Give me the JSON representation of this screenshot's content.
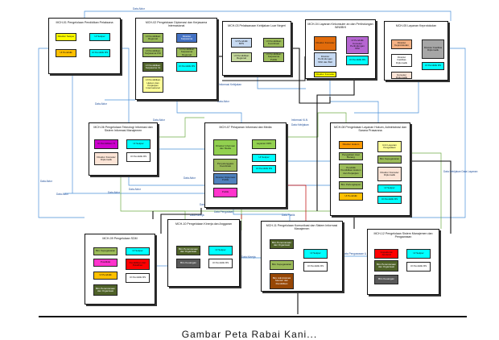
{
  "diagram": {
    "modules": [
      {
        "id": "m01",
        "title": "MCH-01 Pengelolaan Pendidikan Pelaksana",
        "boxes": [
          {
            "label": "Direktur Sekper",
            "fill": "#ffff00"
          },
          {
            "label": "UI Sekper",
            "fill": "#00ffff"
          },
          {
            "label": "UI Pendidik",
            "fill": "#ffc000"
          },
          {
            "label": "UI Pendidik RS",
            "fill": "#00ffff"
          }
        ]
      },
      {
        "id": "m02",
        "title": "MCH-02 Pengelolaan Diplomasi dan Kerjasama Internasional",
        "boxes": [
          {
            "label": "UI Pendidikan Regional",
            "fill": "#9bbb59"
          },
          {
            "label": "Direktur Kerjasama",
            "fill": "#4472c4"
          },
          {
            "label": "UI Pendidikan Kerjasama KSI",
            "fill": "#9bbb59"
          },
          {
            "label": "UI Pendidikan Kerjasama Regional",
            "fill": "#9bbb59"
          },
          {
            "label": "UI Pendidikan Kerjasama Int",
            "fill": "#4f6228"
          },
          {
            "label": "UI Pendidik RS",
            "fill": "#00ffff"
          },
          {
            "label": "UI Pendidikan Hukum dan Perjanjian Internasional",
            "fill": "#ffff99"
          }
        ]
      },
      {
        "id": "m03",
        "title": "MCH-03 Pelaksanaan Kebijakan Luar Negeri",
        "boxes": [
          {
            "label": "UI Pendidik BPN",
            "fill": "#c6d9f1"
          },
          {
            "label": "UI Pendidikan Koordinasi",
            "fill": "#9bbb59"
          },
          {
            "label": "UI Pendidikan Regional",
            "fill": "#c4d79b"
          },
          {
            "label": "UI Pendidikan Kerjasama Publik",
            "fill": "#9bbb59"
          }
        ]
      },
      {
        "id": "m04",
        "title": "MCH-04 Layanan Kekonsuler an dan Perlindungan WNI/BHI",
        "boxes": [
          {
            "label": "Direktur Konsuler",
            "fill": "#e26b0a"
          },
          {
            "label": "UI Pendidik Konsuler Perlindungan WNI",
            "fill": "#b666d2"
          },
          {
            "label": "Direktur Perlindungan WNI dan BHI",
            "fill": "#c6d9f1"
          },
          {
            "label": "UI Pendidik RS",
            "fill": "#00ffff"
          },
          {
            "label": "Direktur Konsuler",
            "fill": "#ffff00"
          }
        ]
      },
      {
        "id": "m05",
        "title": "MCH-05 Layanan Keprotokolan",
        "boxes": [
          {
            "label": "Direktur Keprotokolan",
            "fill": "#f4b183"
          },
          {
            "label": "Direktur Fasilitas Diplomatik",
            "fill": "#a6a6a6"
          },
          {
            "label": "Direktur Fasilitas Diplomatik",
            "fill": "#ffffff"
          },
          {
            "label": "UI Pendidik RS",
            "fill": "#00ffff"
          },
          {
            "label": "Direktur Konsuler Diplomatik",
            "fill": "#fce4d6"
          }
        ]
      },
      {
        "id": "m06",
        "title": "MCH-06 Pengelolaan Teknologi Informasi dan Sistem Informasi Manajemen",
        "boxes": [
          {
            "label": "UI Pendidikan TI",
            "fill": "#cc00cc"
          },
          {
            "label": "UI Sekper",
            "fill": "#00ffff"
          },
          {
            "label": "Direktur Konsuler Diplomatik",
            "fill": "#fce4d6"
          },
          {
            "label": "UI Pendidik RS",
            "fill": "#ffffff"
          }
        ]
      },
      {
        "id": "m07",
        "title": "MCH-07 Pelayanan Informasi dan Media",
        "boxes": [
          {
            "label": "Direktur Informasi dan Media",
            "fill": "#92d050"
          },
          {
            "label": "Layanan KRS",
            "fill": "#92d050"
          },
          {
            "label": "UI Sekper",
            "fill": "#00ffff"
          },
          {
            "label": "Penyelenggara Koordinasi",
            "fill": "#9bbb59"
          },
          {
            "label": "UI Pendidik RS",
            "fill": "#00ffff"
          },
          {
            "label": "Direktur Diplomasi Publik",
            "fill": "#4f81bd"
          },
          {
            "label": "Publik",
            "fill": "#ff33cc"
          }
        ]
      },
      {
        "id": "m08",
        "title": "MCH-08 Pengelolaan Layanan Hukum, Administrasi dan Sarana Prasarana",
        "boxes": [
          {
            "label": "Direktur Hukum",
            "fill": "#ff9900"
          },
          {
            "label": "Unit Layanan Pengadaan",
            "fill": "#ffff99"
          },
          {
            "label": "Pengadaan Aset Barang",
            "fill": "#9bbb59"
          },
          {
            "label": "Biro Kepegawaian",
            "fill": "#9bbb59"
          },
          {
            "label": "Pendidik Pendidikan Hukum dan Perjanjian",
            "fill": "#9bbb59"
          },
          {
            "label": "Direktur Konsuler Diplomatik",
            "fill": "#fce4d6"
          },
          {
            "label": "Biro Perlengkapan",
            "fill": "#9bbb59"
          },
          {
            "label": "UI Sekper",
            "fill": "#00ffff"
          },
          {
            "label": "UI Pendidik",
            "fill": "#ffc000"
          },
          {
            "label": "UI Pendidik RS",
            "fill": "#00ffff"
          }
        ]
      },
      {
        "id": "m09",
        "title": "MCH-09 Pengelolaan SDM",
        "boxes": [
          {
            "label": "Biro Kepegawaian",
            "fill": "#9bbb59"
          },
          {
            "label": "UI Sekper",
            "fill": "#00ffff"
          },
          {
            "label": "Pusdiklat",
            "fill": "#ff33cc"
          },
          {
            "label": "Pendidikan dan Pelatihan",
            "fill": "#ff0000"
          },
          {
            "label": "UI Pendidik",
            "fill": "#ffc000"
          },
          {
            "label": "UI Pendidik RS",
            "fill": "#ffffff"
          },
          {
            "label": "Biro Perencanaan dan Organisasi",
            "fill": "#4f6228"
          }
        ]
      },
      {
        "id": "m10",
        "title": "MCH-10 Pengelolaan Kinerja dan Anggaran",
        "boxes": [
          {
            "label": "Biro Perencanaan dan Organisasi",
            "fill": "#4f6228"
          },
          {
            "label": "UI Sekper",
            "fill": "#00ffff"
          },
          {
            "label": "Biro Keuangan",
            "fill": "#595959"
          },
          {
            "label": "UI Pendidik RS",
            "fill": "#ffffff"
          }
        ]
      },
      {
        "id": "m11",
        "title": "MCH-11 Pengelolaan Komunikasi dan Sistem Informasi Manajemen",
        "boxes": [
          {
            "label": "Biro Perencanaan dan Organisasi",
            "fill": "#4f6228"
          },
          {
            "label": "UI Sekper",
            "fill": "#00ffff"
          },
          {
            "label": "Biro Kepegawaian",
            "fill": "#9bbb59"
          },
          {
            "label": "UI Pendidik RS",
            "fill": "#ffffff"
          },
          {
            "label": "Biro Administrasi Menteri dan Pendidikan",
            "fill": "#974706"
          }
        ]
      },
      {
        "id": "m12",
        "title": "MCH-12 Pengelolaan Sistem Manajemen dan Pengawasan",
        "boxes": [
          {
            "label": "Inspektorat Jenderal",
            "fill": "#ff0000"
          },
          {
            "label": "UI Sekper",
            "fill": "#00ffff"
          },
          {
            "label": "Biro Perencanaan dan Organisasi",
            "fill": "#4f6228"
          },
          {
            "label": "UI Pendidik RS",
            "fill": "#ffffff"
          },
          {
            "label": "Biro Keuangan",
            "fill": "#595959"
          }
        ]
      }
    ],
    "connector_labels": [
      "Data Aktor",
      "Data Aktor",
      "Data Aktor",
      "Data Aktor",
      "Data Aktor",
      "Data Aktor",
      "Informasi Kebijakan",
      "Data Kebijakan",
      "Informasi KLN",
      "Data Aktor",
      "Data Publik",
      "Data Kebijakan",
      "Data Pengadaan",
      "Data Aktor",
      "Data Aktor",
      "Data Kinerja",
      "Data Kinerja",
      "Data Pengawasan & Anggaran",
      "Data Kebijakan Data Layanan",
      "Data Aktor"
    ],
    "caption": "Gambar Peta Rabai Kani..."
  }
}
